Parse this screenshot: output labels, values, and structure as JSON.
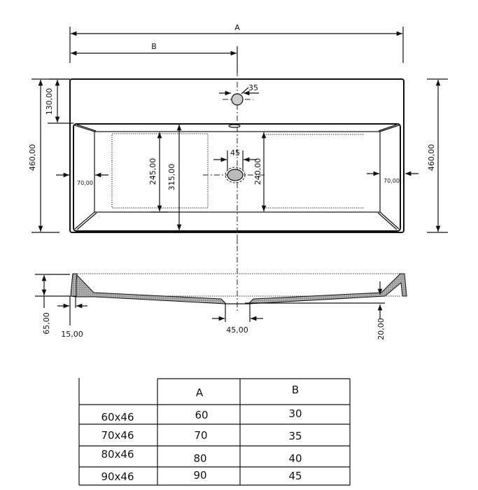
{
  "drawing": {
    "top_view": {
      "dim_a": "A",
      "dim_b": "B",
      "depth_total_left": "460,00",
      "depth_total_right": "460,00",
      "back_ledge": "130,00",
      "tap_hole_diameter": "35",
      "drain_diameter": "45",
      "inner_floor_depth": "245,00",
      "bowl_depth": "315,00",
      "right_floor_depth": "240,00",
      "side_wall_left": "70,00",
      "side_wall_right": "70,00"
    },
    "section_view": {
      "height": "65,00",
      "wall_thickness": "15,00",
      "drain_width": "45,00",
      "floor_drop": "20,00"
    }
  },
  "size_table": {
    "headers": [
      "",
      "A",
      "B"
    ],
    "rows": [
      [
        "60x46",
        "60",
        "30"
      ],
      [
        "70x46",
        "70",
        "35"
      ],
      [
        "80x46",
        "80",
        "40"
      ],
      [
        "90x46",
        "90",
        "45"
      ]
    ]
  }
}
